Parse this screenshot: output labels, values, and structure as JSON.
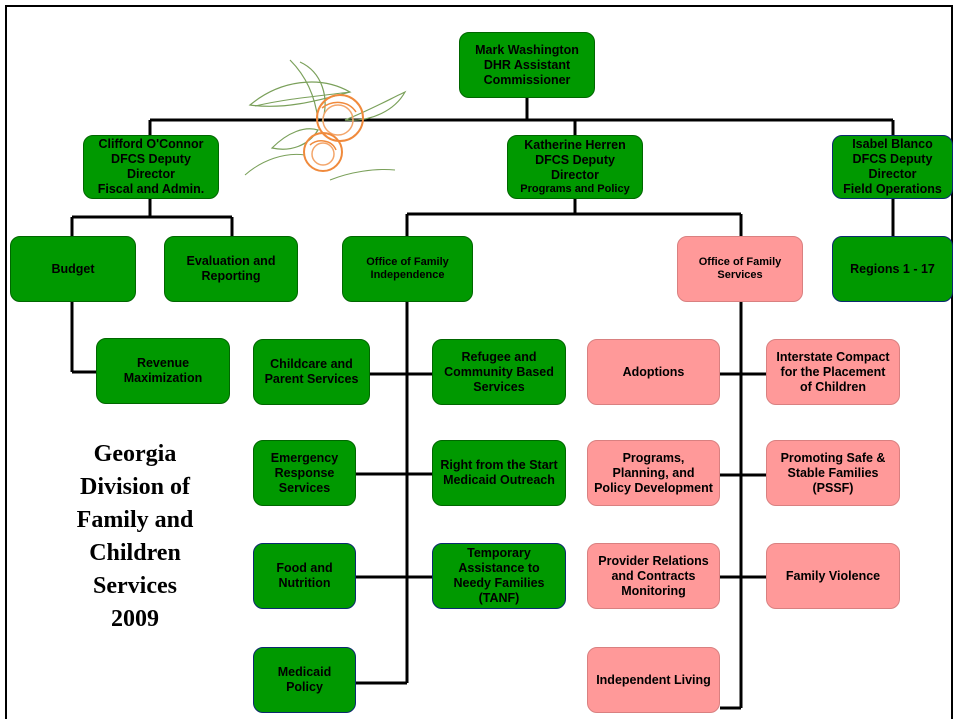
{
  "title": "Georgia\nDivision of\nFamily and\nChildren\nServices\n2009",
  "top": {
    "label": "Mark Washington\nDHR Assistant\nCommissioner"
  },
  "deputies": {
    "left": {
      "label": "Clifford O'Connor\nDFCS Deputy\nDirector\nFiscal and Admin."
    },
    "center": {
      "label": "Katherine Herren\nDFCS Deputy\nDirector",
      "sub": "Programs and Policy"
    },
    "right": {
      "label": "Isabel Blanco\nDFCS Deputy\nDirector\nField Operations"
    }
  },
  "fiscal": {
    "budget": "Budget",
    "evaluation": "Evaluation and\nReporting",
    "revenue": "Revenue\nMaximization"
  },
  "offices": {
    "ofi": "Office of Family\nIndependence",
    "ofs": "Office of Family\nServices"
  },
  "regions": "Regions 1 - 17",
  "ofi_units": {
    "childcare": "Childcare and\nParent Services",
    "refugee": "Refugee and\nCommunity Based\nServices",
    "emergency": "Emergency\nResponse Services",
    "right_start": "Right from the Start\nMedicaid Outreach",
    "food": "Food and Nutrition",
    "tanf": "Temporary\nAssistance to\nNeedy Families\n(TANF)",
    "medicaid": "Medicaid Policy"
  },
  "ofs_units": {
    "adoptions": "Adoptions",
    "interstate": "Interstate Compact\nfor the Placement\nof Children",
    "programs": "Programs,\nPlanning, and\nPolicy Development",
    "pssf": "Promoting Safe &\nStable Families\n(PSSF)",
    "provider": "Provider Relations\nand Contracts\nMonitoring",
    "violence": "Family Violence",
    "independent": "Independent Living"
  },
  "colors": {
    "green": "#009900",
    "pink": "#ff9999",
    "line": "#000000",
    "peach": "#f08a3c",
    "leaf": "#7aa05a"
  }
}
